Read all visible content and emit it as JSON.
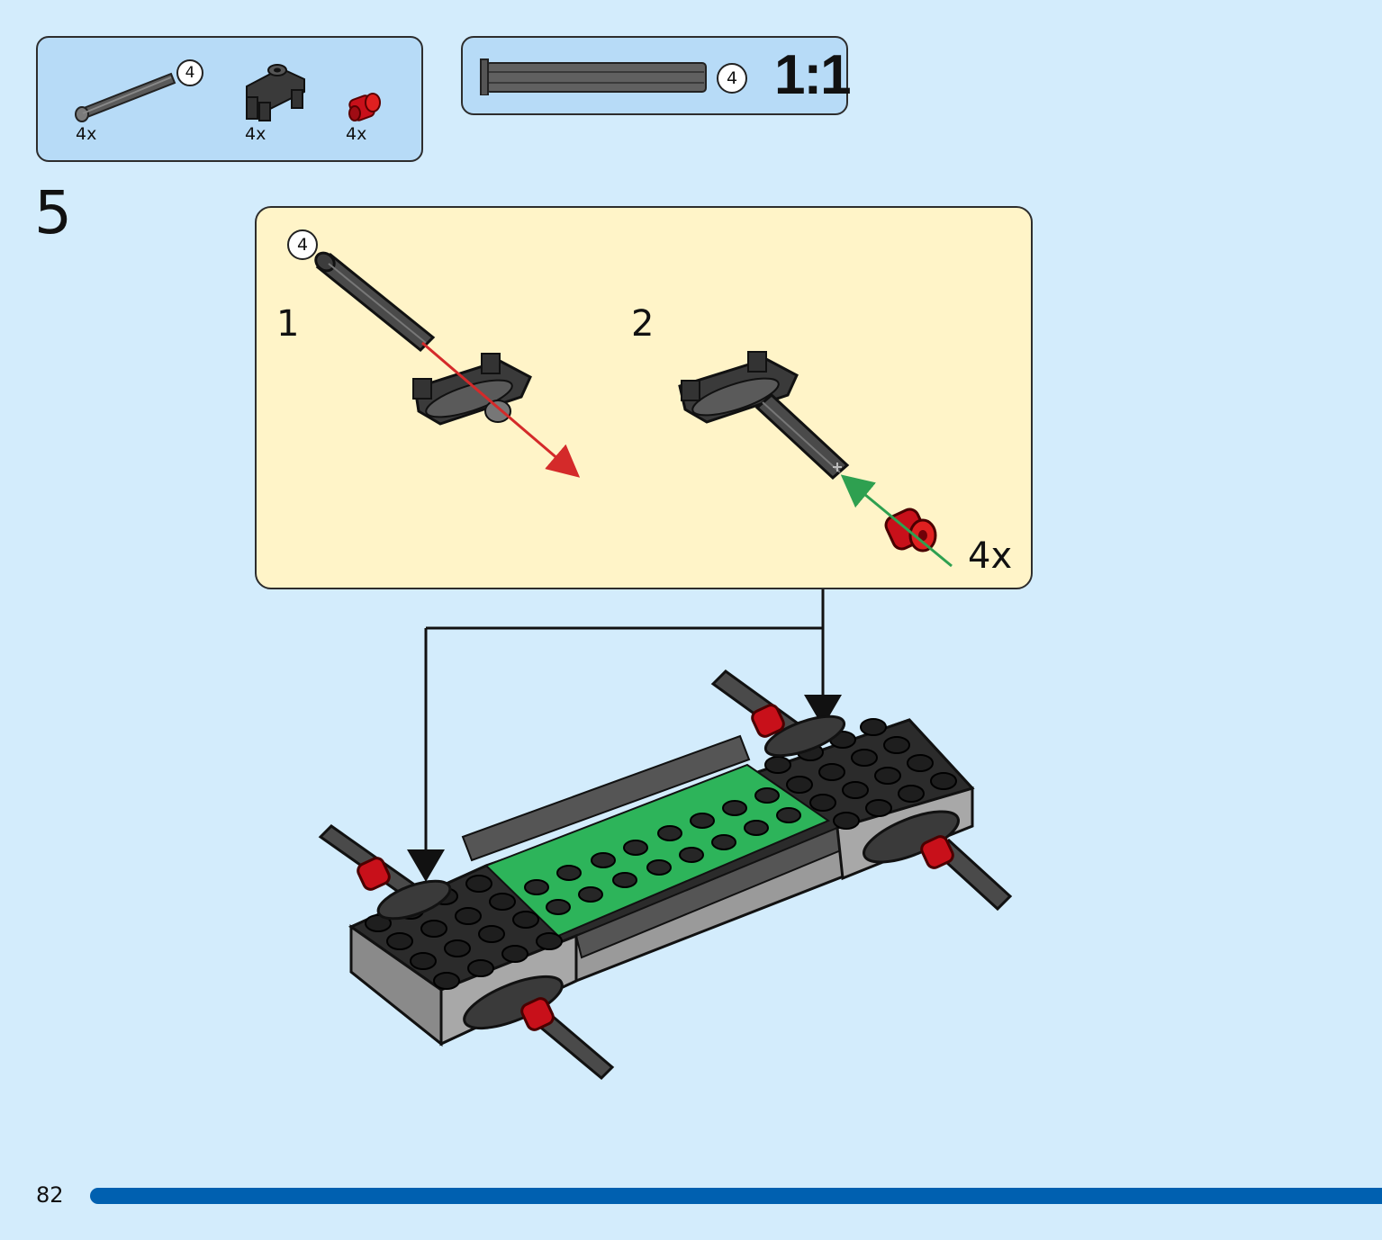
{
  "parts_list": {
    "items": [
      {
        "name": "axle",
        "quantity": "4x",
        "length_callout": "4"
      },
      {
        "name": "axle-holder",
        "quantity": "4x"
      },
      {
        "name": "bush",
        "quantity": "4x"
      }
    ]
  },
  "scale_reference": {
    "length_callout": "4",
    "scale": "1:1"
  },
  "step": {
    "number": "5",
    "subassembly": {
      "length_callout": "4",
      "sub_steps": [
        "1",
        "2"
      ],
      "quantity": "4x"
    }
  },
  "colors": {
    "page_background": "#d3ecfc",
    "parts_box": "#b7dbf7",
    "subassembly_box": "#fff4c8",
    "page_bar": "#0060b0",
    "brick_dark": "#2b2b2b",
    "brick_gray": "#9a9a9a",
    "plate_green": "#2db45a",
    "bush_red": "#c8101a",
    "arrow_red": "#d42a2a",
    "arrow_green": "#2ea050"
  },
  "footer": {
    "page_number": "82"
  }
}
